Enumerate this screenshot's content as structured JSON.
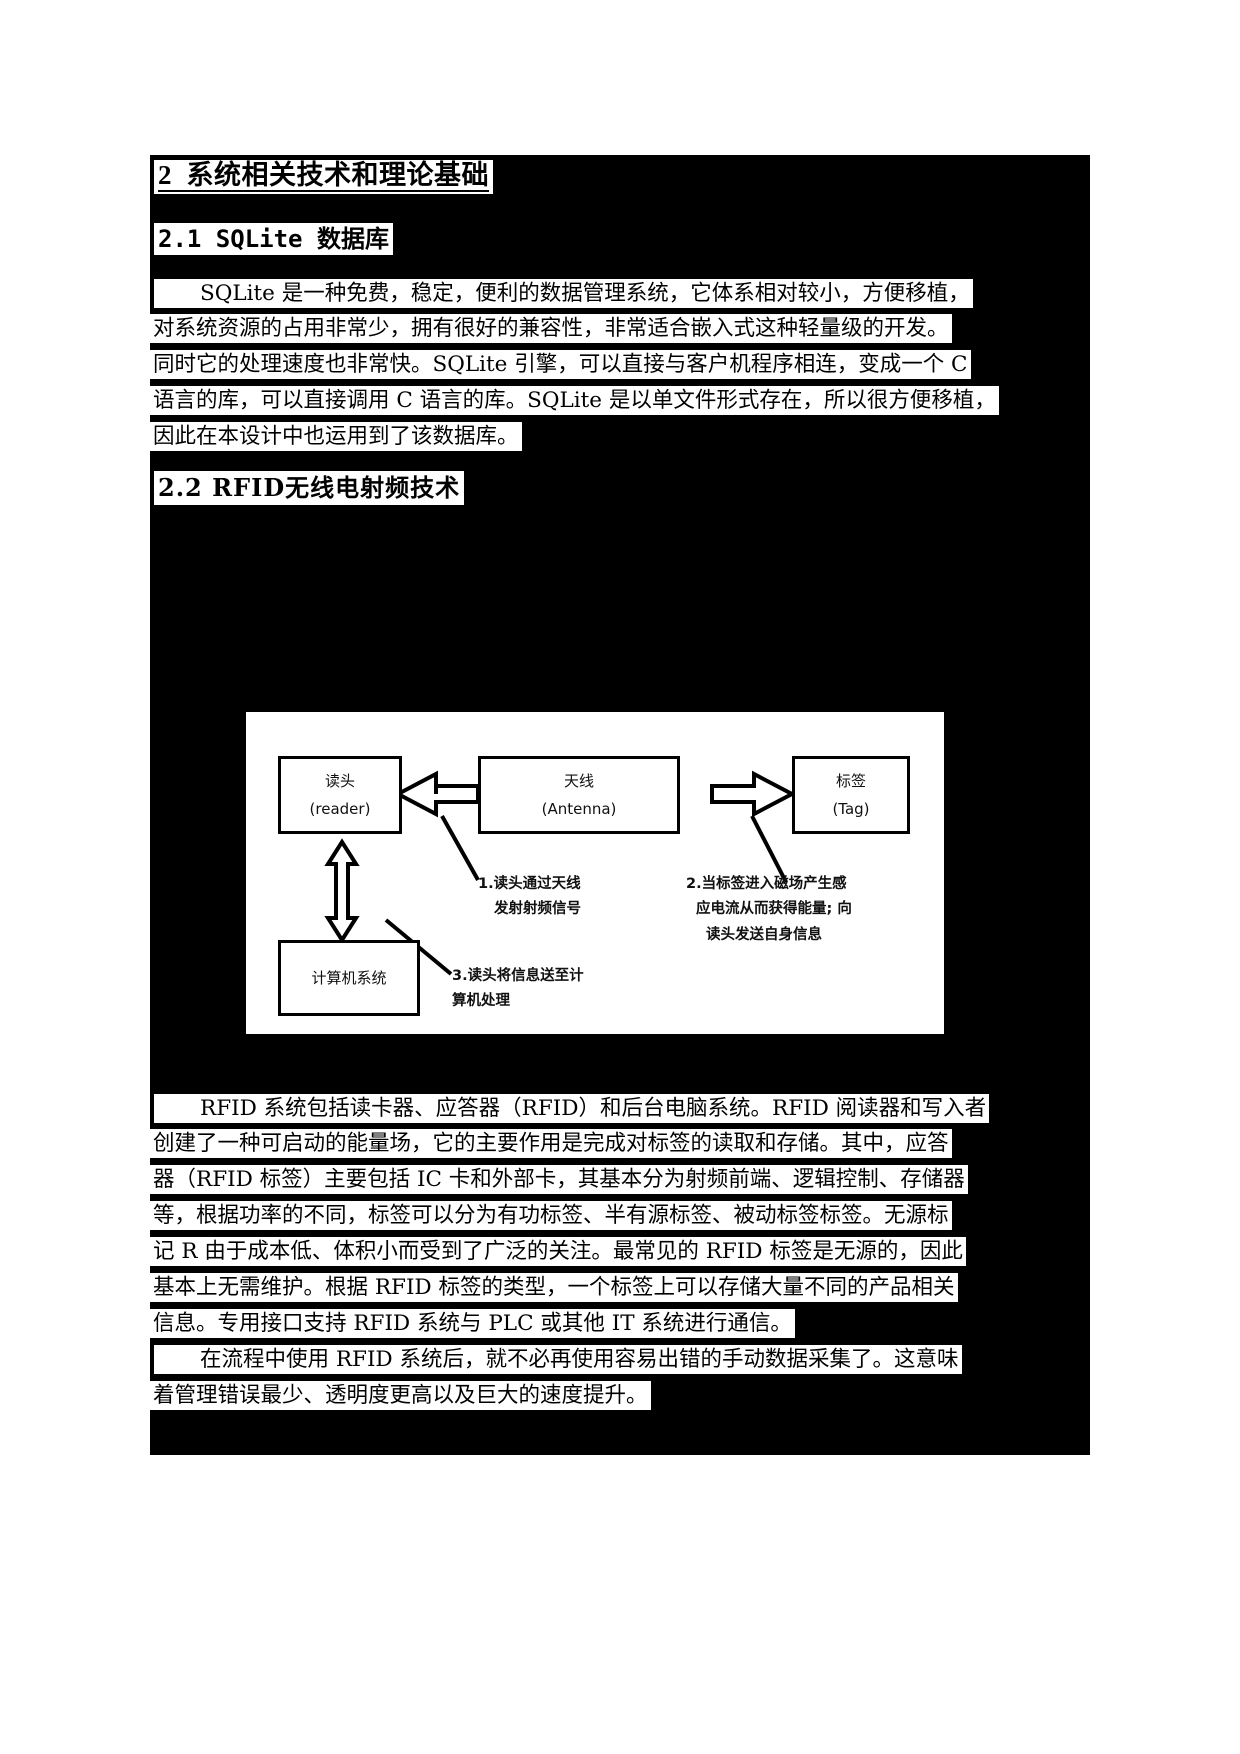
{
  "document": {
    "chapter_heading": "2  系统相关技术和理论基础",
    "sections": [
      {
        "heading_num": "2.1 SQLite",
        "heading_cn": "数据库",
        "heading_full": "2.1 SQLite 数据库",
        "paragraph_lines": [
          "　　SQLite 是一种免费，稳定，便利的数据管理系统，它体系相对较小，方便移植，",
          "对系统资源的占用非常少，拥有很好的兼容性，非常适合嵌入式这种轻量级的开发。",
          "同时它的处理速度也非常快。SQLite 引擎，可以直接与客户机程序相连，变成一个 C",
          "语言的库，可以直接调用 C 语言的库。SQLite 是以单文件形式存在，所以很方便移植，",
          "因此在本设计中也运用到了该数据库。"
        ]
      },
      {
        "heading_full": "2.2 RFID无线电射频技术",
        "paragraph_lines": [
          "　　RFID 系统包括读卡器、应答器（RFID）和后台电脑系统。RFID 阅读器和写入者",
          "创建了一种可启动的能量场，它的主要作用是完成对标签的读取和存储。其中，应答",
          "器（RFID 标签）主要包括 IC 卡和外部卡，其基本分为射频前端、逻辑控制、存储器",
          "等，根据功率的不同，标签可以分为有功标签、半有源标签、被动标签标签。无源标",
          "记 R 由于成本低、体积小而受到了广泛的关注。最常见的 RFID 标签是无源的，因此",
          "基本上无需维护。根据 RFID 标签的类型，一个标签上可以存储大量不同的产品相关",
          "信息。专用接口支持 RFID 系统与 PLC 或其他 IT 系统进行通信。",
          "　　在流程中使用 RFID 系统后，就不必再使用容易出错的手动数据采集了。这意味",
          "着管理错误最少、透明度更高以及巨大的速度提升。"
        ]
      }
    ]
  },
  "figure": {
    "boxes": [
      {
        "id": "reader",
        "title": "读头",
        "subtitle": "(reader)"
      },
      {
        "id": "antenna",
        "title": "天线",
        "subtitle": "(Antenna)"
      },
      {
        "id": "tag",
        "title": "标签",
        "subtitle": "(Tag)"
      },
      {
        "id": "computer",
        "title": "计算机系统",
        "subtitle": ""
      }
    ],
    "notes": [
      {
        "id": "note-1",
        "lines": [
          "1.读头通过天线",
          "发射射频信号"
        ]
      },
      {
        "id": "note-2",
        "lines": [
          "2.当标签进入磁场产生感",
          "应电流从而获得能量; 向",
          "读头发送自身信息"
        ]
      },
      {
        "id": "note-3",
        "lines": [
          "3.读头将信息送至计",
          "算机处理"
        ]
      }
    ]
  },
  "colors": {
    "page_background": "#ffffff",
    "sheet_background": "#000000",
    "text": "#000000",
    "highlight": "#ffffff",
    "figure_background": "#ffffff",
    "figure_stroke": "#000000"
  }
}
